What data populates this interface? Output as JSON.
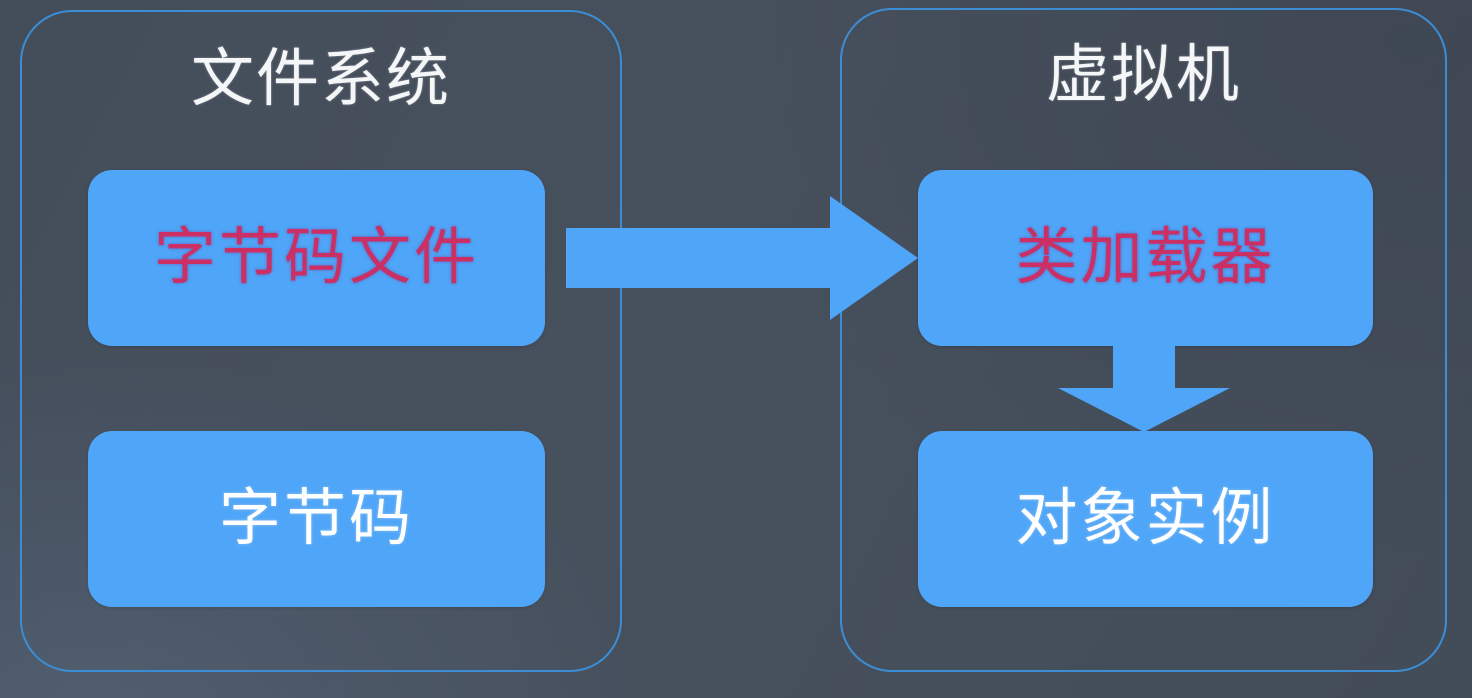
{
  "diagram": {
    "title_implied": "JVM class loading flow",
    "background_color": "#464f5c",
    "accent_color": "#4fa5f7",
    "panel_border_color": "#3b8ed6",
    "crimson_text_color": "#cb2f63",
    "white_text_color": "#ffffff",
    "panels": [
      {
        "id": "filesystem",
        "title": "文件系统",
        "nodes": [
          {
            "id": "bytecode-file",
            "label": "字节码文件",
            "text_color": "#cb2f63"
          },
          {
            "id": "bytecode",
            "label": "字节码",
            "text_color": "#ffffff"
          }
        ]
      },
      {
        "id": "vm",
        "title": "虚拟机",
        "nodes": [
          {
            "id": "classloader",
            "label": "类加载器",
            "text_color": "#cb2f63"
          },
          {
            "id": "object-instance",
            "label": "对象实例",
            "text_color": "#ffffff"
          }
        ]
      }
    ],
    "arrows": [
      {
        "id": "file-to-loader",
        "from": "bytecode-file",
        "to": "classloader",
        "direction": "right",
        "color": "#4fa5f7"
      },
      {
        "id": "loader-to-instance",
        "from": "classloader",
        "to": "object-instance",
        "direction": "down",
        "color": "#4fa5f7"
      }
    ]
  }
}
